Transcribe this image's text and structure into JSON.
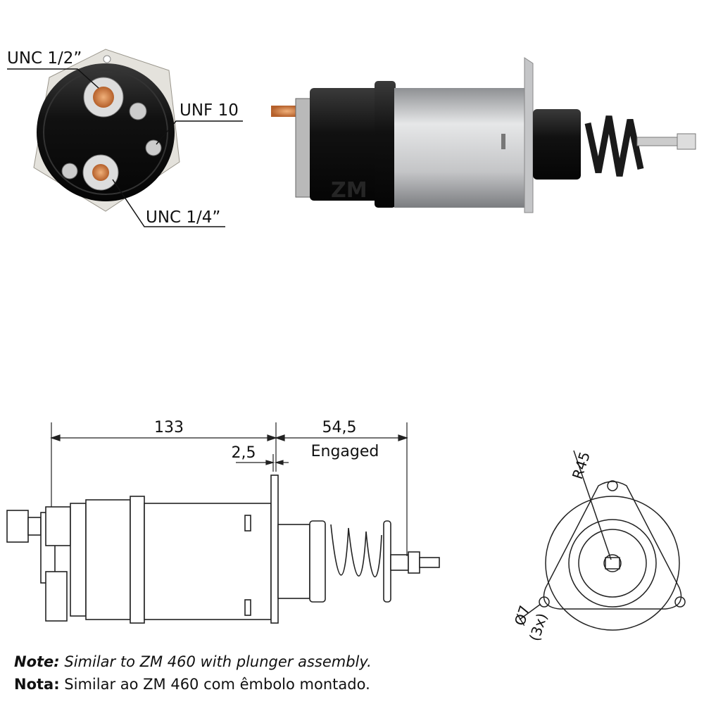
{
  "photo_labels": {
    "terminal_large": "UNC 1/2”",
    "terminal_signal": "UNF 10",
    "terminal_small": "UNC 1/4”"
  },
  "watermark": "ZM",
  "dimensions": {
    "overall_length": "133",
    "flange_thickness": "2,5",
    "plunger_travel": "54,5",
    "plunger_state": "Engaged",
    "flange_radius": "R45",
    "hole_diameter": "Ø7",
    "hole_count": "(3x)"
  },
  "notes": [
    {
      "label": "Note:",
      "text": " Similar to ZM 460 with plunger assembly."
    },
    {
      "label": "Nota:",
      "text": " Similar ao ZM 460 com êmbolo montado."
    }
  ],
  "colors": {
    "copper": "#c8743e",
    "body_black": "#1c1c1c",
    "silver": "#c9cacc"
  }
}
